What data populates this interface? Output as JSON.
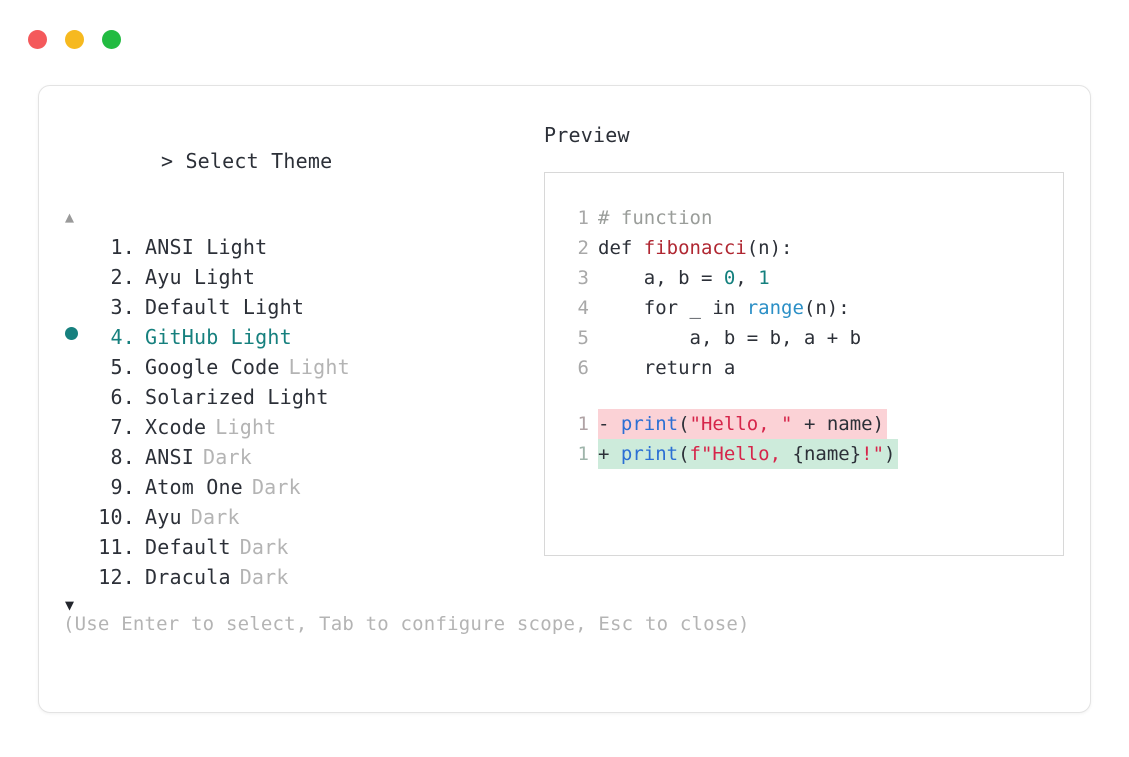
{
  "window": {
    "traffic_lights": [
      {
        "name": "close",
        "color": "#f4595b"
      },
      {
        "name": "minimize",
        "color": "#f6b91f"
      },
      {
        "name": "maximize",
        "color": "#22bb41"
      }
    ]
  },
  "picker": {
    "prompt_symbol": ">",
    "prompt_title": "Select Theme",
    "scroll_up_icon": "▲",
    "scroll_down_icon": "▼",
    "selected_index": 4,
    "items": [
      {
        "num": "1.",
        "name": "ANSI Light",
        "variant": ""
      },
      {
        "num": "2.",
        "name": "Ayu Light",
        "variant": ""
      },
      {
        "num": "3.",
        "name": "Default Light",
        "variant": ""
      },
      {
        "num": "4.",
        "name": "GitHub Light",
        "variant": ""
      },
      {
        "num": "5.",
        "name": "Google Code",
        "variant": "Light"
      },
      {
        "num": "6.",
        "name": "Solarized Light",
        "variant": ""
      },
      {
        "num": "7.",
        "name": "Xcode",
        "variant": "Light"
      },
      {
        "num": "8.",
        "name": "ANSI",
        "variant": "Dark"
      },
      {
        "num": "9.",
        "name": "Atom One",
        "variant": "Dark"
      },
      {
        "num": "10.",
        "name": "Ayu",
        "variant": "Dark"
      },
      {
        "num": "11.",
        "name": "Default",
        "variant": "Dark"
      },
      {
        "num": "12.",
        "name": "Dracula",
        "variant": "Dark"
      }
    ],
    "hint": "(Use Enter to select, Tab to configure scope, Esc to close)"
  },
  "preview": {
    "label": "Preview",
    "code_lines": [
      {
        "gutter": "1",
        "tokens": [
          {
            "t": "# function",
            "c": "tok-comment"
          }
        ]
      },
      {
        "gutter": "2",
        "tokens": [
          {
            "t": "def ",
            "c": "tok-kw"
          },
          {
            "t": "fibonacci",
            "c": "tok-fn"
          },
          {
            "t": "(n):",
            "c": "tok-punc"
          }
        ]
      },
      {
        "gutter": "3",
        "tokens": [
          {
            "t": "    a, b = ",
            "c": "tok-kw"
          },
          {
            "t": "0",
            "c": "tok-num"
          },
          {
            "t": ", ",
            "c": "tok-punc"
          },
          {
            "t": "1",
            "c": "tok-num"
          }
        ]
      },
      {
        "gutter": "4",
        "tokens": [
          {
            "t": "    for _ in ",
            "c": "tok-kw"
          },
          {
            "t": "range",
            "c": "tok-builtin"
          },
          {
            "t": "(n):",
            "c": "tok-punc"
          }
        ]
      },
      {
        "gutter": "5",
        "tokens": [
          {
            "t": "        a, b = b, a + b",
            "c": "tok-kw"
          }
        ]
      },
      {
        "gutter": "6",
        "tokens": [
          {
            "t": "    return a",
            "c": "tok-kw"
          }
        ]
      }
    ],
    "diff_lines": [
      {
        "gutter": "1",
        "kind": "minus",
        "marker": "- ",
        "tokens": [
          {
            "t": "print",
            "c": "tok-call"
          },
          {
            "t": "(",
            "c": "tok-punc"
          },
          {
            "t": "\"Hello, \"",
            "c": "tok-str"
          },
          {
            "t": " + name)",
            "c": "tok-punc"
          }
        ]
      },
      {
        "gutter": "1",
        "kind": "plus",
        "marker": "+ ",
        "tokens": [
          {
            "t": "print",
            "c": "tok-call"
          },
          {
            "t": "(",
            "c": "tok-punc"
          },
          {
            "t": "f\"Hello, ",
            "c": "tok-str"
          },
          {
            "t": "{name}",
            "c": "tok-punc"
          },
          {
            "t": "!\"",
            "c": "tok-str"
          },
          {
            "t": ")",
            "c": "tok-punc"
          }
        ]
      }
    ]
  }
}
